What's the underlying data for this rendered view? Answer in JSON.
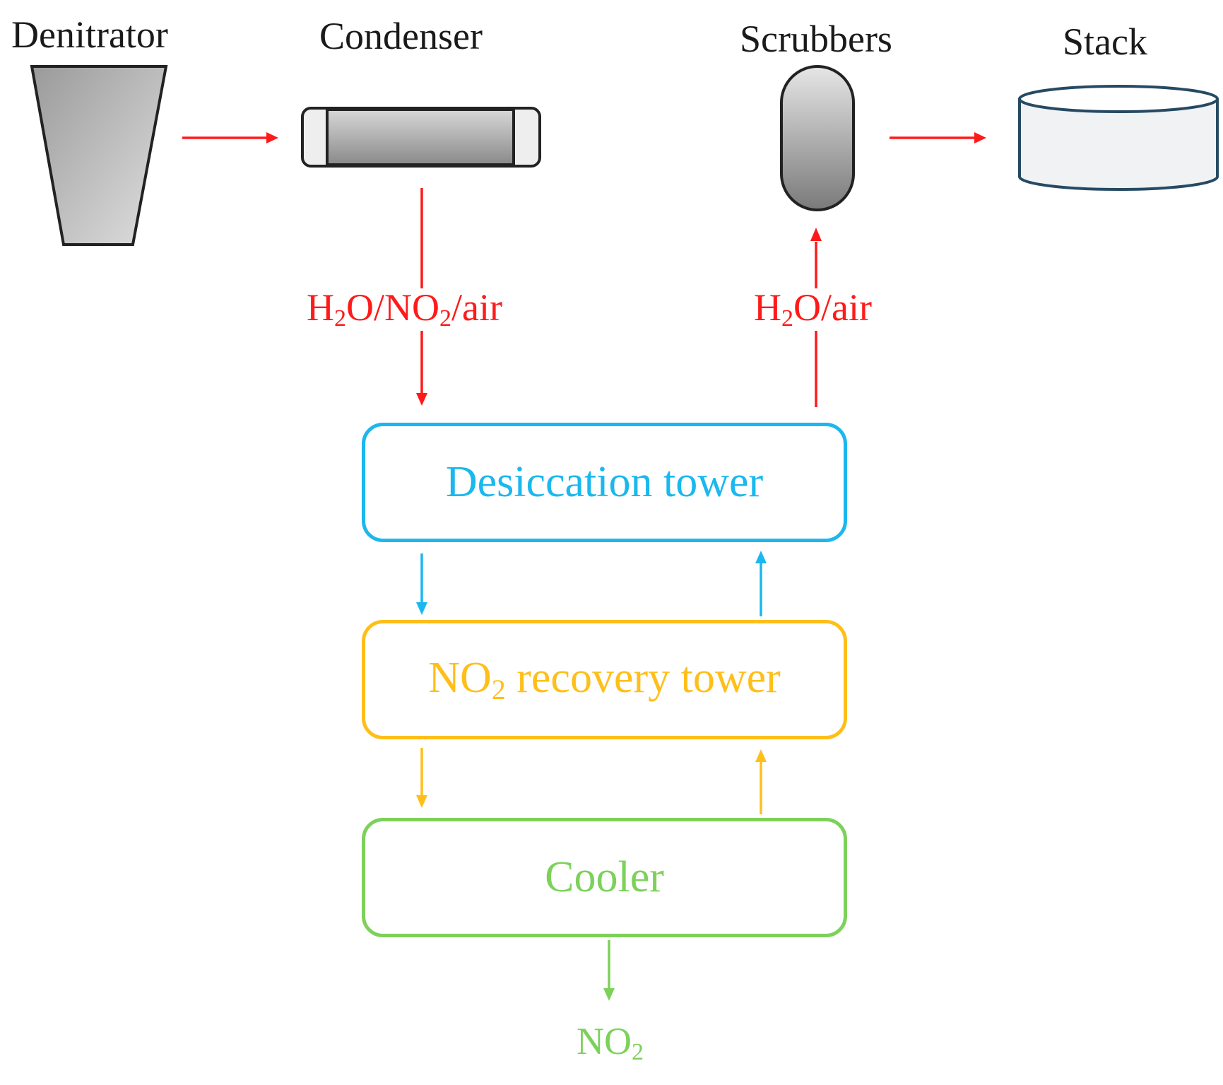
{
  "units": {
    "denitrator": "Denitrator",
    "condenser": "Condenser",
    "scrubbers": "Scrubbers",
    "stack": "Stack"
  },
  "towers": {
    "desiccation": "Desiccation tower",
    "recovery_prefix": "NO",
    "recovery_sub": "2",
    "recovery_suffix": " recovery tower",
    "cooler": "Cooler"
  },
  "streams": {
    "feed": {
      "h": "H",
      "h_sub": "2",
      "mid": "O/NO",
      "mid_sub": "2",
      "end": "/air"
    },
    "vent": {
      "h": "H",
      "h_sub": "2",
      "end": "O/air"
    },
    "product": {
      "main": "NO",
      "sub": "2"
    }
  },
  "colors": {
    "red": "#ff1a1a",
    "cyan": "#1ab8ee",
    "yellow": "#ffbf1a",
    "green": "#7dd15a",
    "equipment_stroke": "#222222",
    "stack_stroke": "#264a63"
  }
}
